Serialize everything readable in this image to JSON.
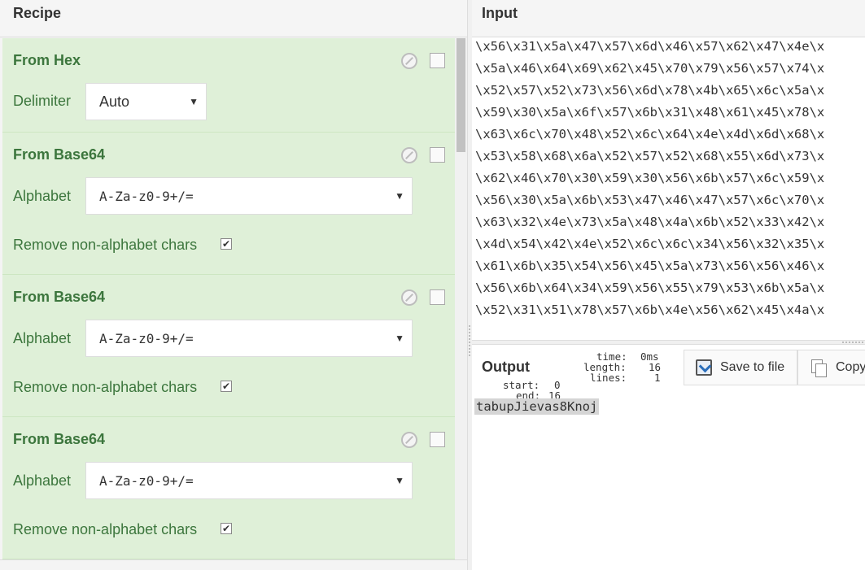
{
  "recipe": {
    "title": "Recipe",
    "operations": [
      {
        "name": "From Hex",
        "args": [
          {
            "label": "Delimiter",
            "type": "select",
            "value": "Auto"
          }
        ]
      },
      {
        "name": "From Base64",
        "args": [
          {
            "label": "Alphabet",
            "type": "select",
            "value": "A-Za-z0-9+/="
          },
          {
            "label": "Remove non-alphabet chars",
            "type": "checkbox",
            "checked": true
          }
        ]
      },
      {
        "name": "From Base64",
        "args": [
          {
            "label": "Alphabet",
            "type": "select",
            "value": "A-Za-z0-9+/="
          },
          {
            "label": "Remove non-alphabet chars",
            "type": "checkbox",
            "checked": true
          }
        ]
      },
      {
        "name": "From Base64",
        "args": [
          {
            "label": "Alphabet",
            "type": "select",
            "value": "A-Za-z0-9+/="
          },
          {
            "label": "Remove non-alphabet chars",
            "type": "checkbox",
            "checked": true
          }
        ]
      }
    ]
  },
  "input": {
    "title": "Input",
    "lines": [
      "\\x56\\x31\\x5a\\x47\\x57\\x6d\\x46\\x57\\x62\\x47\\x4e\\x",
      "\\x5a\\x46\\x64\\x69\\x62\\x45\\x70\\x79\\x56\\x57\\x74\\x",
      "\\x52\\x57\\x52\\x73\\x56\\x6d\\x78\\x4b\\x65\\x6c\\x5a\\x",
      "\\x59\\x30\\x5a\\x6f\\x57\\x6b\\x31\\x48\\x61\\x45\\x78\\x",
      "\\x63\\x6c\\x70\\x48\\x52\\x6c\\x64\\x4e\\x4d\\x6d\\x68\\x",
      "\\x53\\x58\\x68\\x6a\\x52\\x57\\x52\\x68\\x55\\x6d\\x73\\x",
      "\\x62\\x46\\x70\\x30\\x59\\x30\\x56\\x6b\\x57\\x6c\\x59\\x",
      "\\x56\\x30\\x5a\\x6b\\x53\\x47\\x46\\x47\\x57\\x6c\\x70\\x",
      "\\x63\\x32\\x4e\\x73\\x5a\\x48\\x4a\\x6b\\x52\\x33\\x42\\x",
      "\\x4d\\x54\\x42\\x4e\\x52\\x6c\\x6c\\x34\\x56\\x32\\x35\\x",
      "\\x61\\x6b\\x35\\x54\\x56\\x45\\x5a\\x73\\x56\\x56\\x46\\x",
      "\\x56\\x6b\\x64\\x34\\x59\\x56\\x55\\x79\\x53\\x6b\\x5a\\x",
      "\\x52\\x31\\x51\\x78\\x57\\x6b\\x4e\\x56\\x62\\x45\\x4a\\x"
    ]
  },
  "output": {
    "title": "Output",
    "stats": {
      "time_label": "time:",
      "time_value": "0ms",
      "length_label": "length:",
      "length_value": "16",
      "lines_label": "lines:",
      "lines_value": "1",
      "start_label": "start:",
      "start_value": "0",
      "end_label": "end:",
      "end_value": "16"
    },
    "save_label": "Save to file",
    "copy_label": "Copy",
    "text": "tabupJievas8Knoj"
  },
  "icons": {
    "save": "save-icon",
    "copy": "copy-icon",
    "disable": "disable-icon",
    "breakpoint": "breakpoint-checkbox"
  },
  "colors": {
    "operation_bg": "#dff0d8",
    "operation_text": "#3c763d"
  }
}
